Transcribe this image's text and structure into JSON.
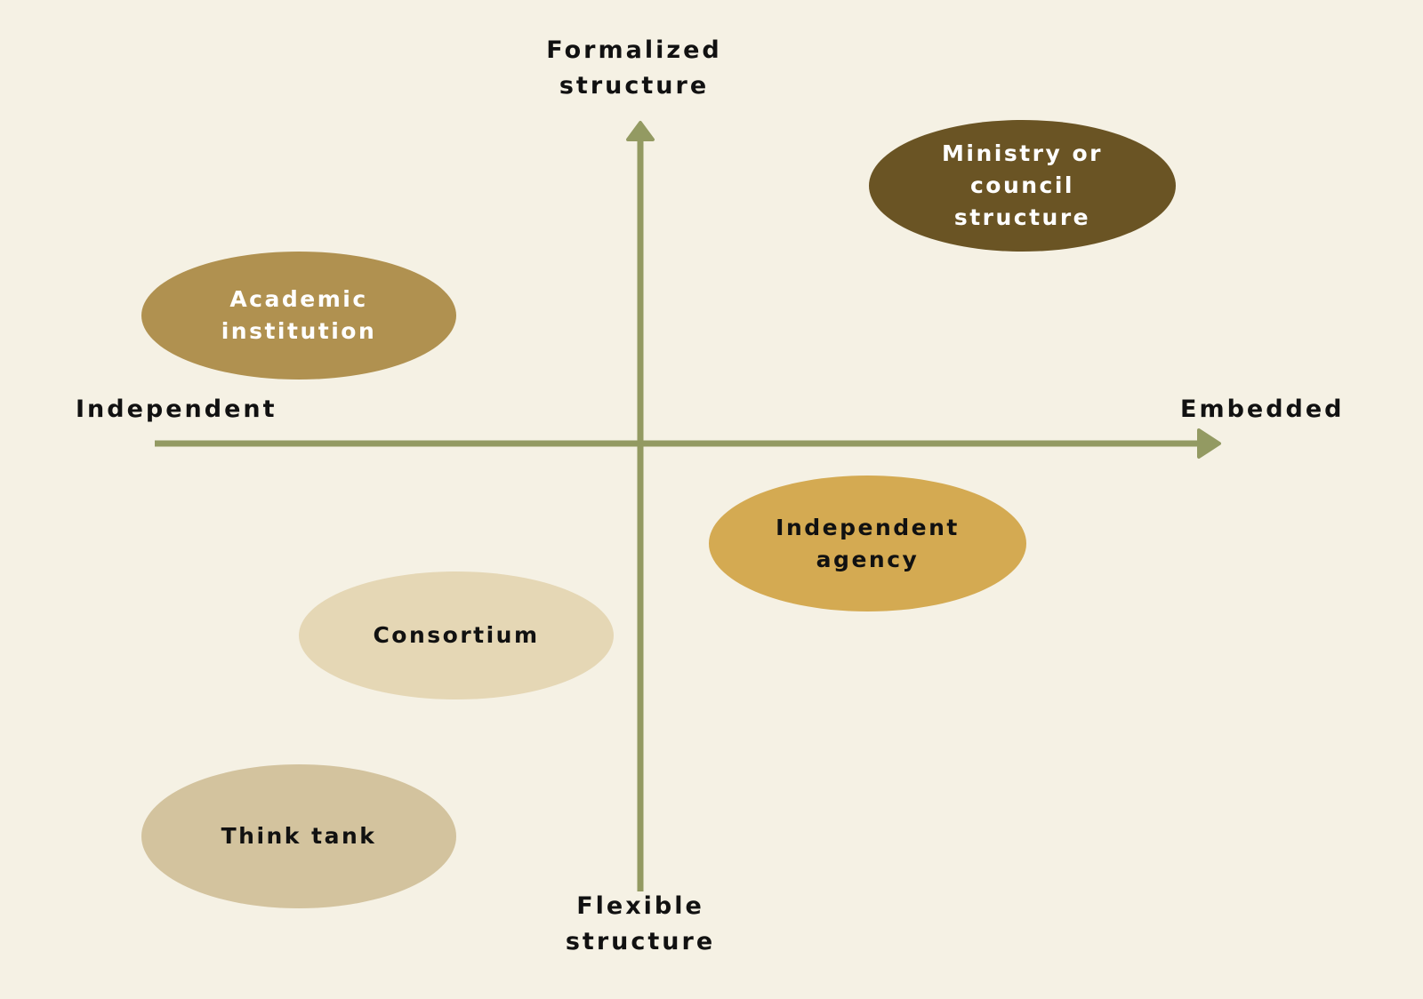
{
  "axes": {
    "top": [
      "Formalized",
      "structure"
    ],
    "bottom": [
      "Flexible",
      "structure"
    ],
    "left": "Independent",
    "right": "Embedded"
  },
  "organizations": [
    {
      "key": "ministry",
      "lines": [
        "Ministry or",
        "council",
        "structure"
      ],
      "fill": "#6a5424",
      "text_color": "#ffffff"
    },
    {
      "key": "academic",
      "lines": [
        "Academic",
        "institution"
      ],
      "fill": "#b09150",
      "text_color": "#ffffff"
    },
    {
      "key": "agency",
      "lines": [
        "Independent",
        "agency"
      ],
      "fill": "#d4aa52",
      "text_color": "#111111"
    },
    {
      "key": "consortium",
      "lines": [
        "Consortium"
      ],
      "fill": "#e5d7b5",
      "text_color": "#111111"
    },
    {
      "key": "thinktank",
      "lines": [
        "Think tank"
      ],
      "fill": "#d3c39e",
      "text_color": "#111111"
    }
  ],
  "colors": {
    "background": "#f5f1e4",
    "axis": "#939a62"
  }
}
